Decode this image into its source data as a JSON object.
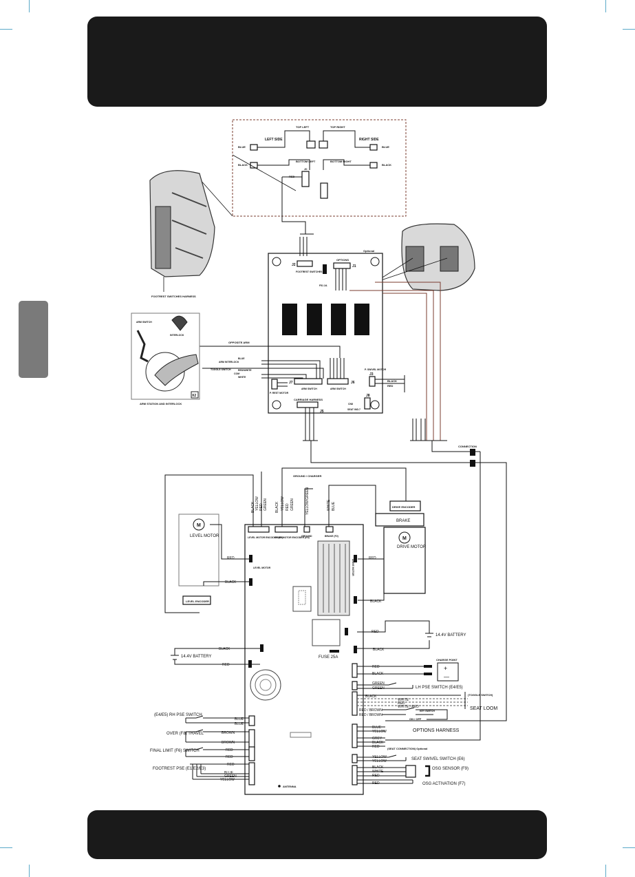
{
  "upper": {
    "footrest": {
      "left_side": "LEFT SIDE",
      "right_side": "RIGHT SIDE",
      "top_left": "TOP LEFT",
      "top_right": "TOP RIGHT",
      "bottom_left": "BOTTOM LEFT",
      "bottom_right": "BOTTOM RIGHT",
      "blue": "BLUE",
      "black": "BLACK",
      "j0": "J0",
      "red": "RED",
      "harness_label": "FOOTREST SWITCHES HARNESS"
    },
    "board": {
      "optional": "Optional",
      "j2": "J2",
      "j2_label": "FOOTREST SWITCHES",
      "options": "OPTIONS",
      "j1": "J1",
      "fuse": "F51 2A",
      "arm_interlock": "ARM INTERLOCK",
      "toggle_switch": "TOGGLE SWITCH",
      "opposite_arm": "OPPOSITE ARM",
      "j7": "J7",
      "j7_label": "ARM SWITCH",
      "j6": "J6",
      "j6_label": "ARM SWITCH",
      "p_swivel": "P. SWIVEL MOTOR",
      "j3": "J3",
      "p_rest": "P. REST MOTOR",
      "carriage_harness": "CARRIAGE HARNESS",
      "j5": "J5",
      "j8": "J8",
      "seat_ind": "SEAT IND.7",
      "cn8": "CN8",
      "connection": "CONNECTION",
      "arm_station_title": "ARM STATION AND INTERLOCK",
      "arm_switch": "ARM SWITCH",
      "interlock": "INTERLOCK",
      "x2": "X2",
      "com": "COM",
      "white": "WHITE",
      "blue": "BLUE",
      "red": "RED",
      "black": "BLACK",
      "red_white": "RED/WHITE"
    }
  },
  "lower": {
    "ground_charger": "GROUND / CHARGER",
    "drive_encoder": "DRIVE ENCODER",
    "brake": "BRAKE",
    "drive_motor": "DRIVE MOTOR",
    "level_motor": "LEVEL MOTOR",
    "level_motor_conn": "LEVEL MOTOR",
    "level_encoder": "LEVEL ENCODER",
    "level_motor_encoder": "LEVEL MOTOR ENCODER (E9)",
    "drive_motor_encoder": "DRIVE MOTOR ENCODER (E9)",
    "ground": "GROUND",
    "brake_f2": "BRAKE (F2)",
    "drive_motor_conn": "DRIVE MOTOR",
    "battery_right": "14.4V BATTERY",
    "battery_left": "14.4V BATTERY",
    "fuse": "FUSE 25A",
    "charge_point": "CHARGE POINT",
    "plus": "+",
    "minus": "—",
    "lh_pse": "LH PSE SWITCH (E4/E5)",
    "toggle_switch": "(TOGGLE SWITCH)",
    "seat_loom": "SEAT LOOM",
    "key_switch": "KEY SWITCH",
    "on_off": "ON / OFF",
    "options_harness": "OPTIONS HARNESS",
    "seat_connection": "(SEAT CONNECTION) Optional",
    "seat_swivel": "SEAT SWIVEL SWITCH (E6)",
    "osg_sensor": "OSG SENSOR (F9)",
    "osg_activation": "OSG ACTIVATION (F7)",
    "rh_pse": "(E4/E5) RH PSE SWITCH",
    "over_travel": "OVER (F8) TRAVEL",
    "final_limit": "FINAL LIMIT (F6) SWITCH",
    "footrest_pse": "FOOTREST PSE (E1/E2/E3)",
    "antenna": "ANTENNA",
    "wires": {
      "black": "BLACK",
      "yellow": "YELLOW",
      "red": "RED",
      "green": "GREEN",
      "yellow_green": "YELLOW/GREEN",
      "white": "WHITE",
      "blue": "BLUE",
      "brown": "BROWN",
      "grey": "GREY",
      "red_brown": "RED / BROWN",
      "white_red": "WHITE / RED"
    }
  }
}
